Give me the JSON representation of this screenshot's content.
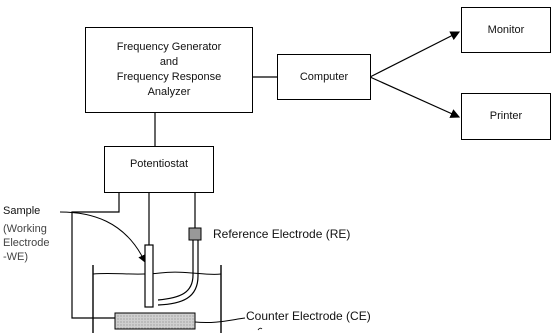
{
  "boxes": {
    "frequency_generator": [
      "Frequency Generator",
      "and",
      "Frequency Response",
      "Analyzer"
    ],
    "computer": "Computer",
    "monitor": "Monitor",
    "printer": "Printer",
    "potentiostat": "Potentiostat"
  },
  "labels": {
    "sample": "Sample",
    "working_electrode": [
      "(Working",
      "Electrode",
      "-WE)"
    ],
    "reference_electrode": "Reference Electrode (RE)",
    "counter_electrode": "Counter Electrode (CE)"
  }
}
